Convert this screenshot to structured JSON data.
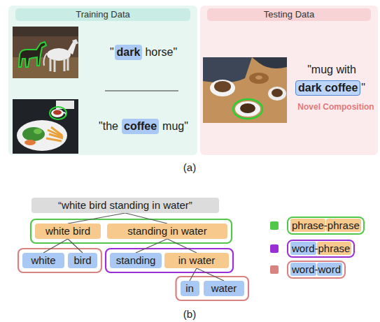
{
  "diagram": {
    "nodes": [
      {
        "text": [
          "Training Data"
        ]
      },
      {
        "text": [
          "dark"
        ],
        "in": 0
      },
      {
        "text": [
          "coffee"
        ],
        "in": 0
      },
      {
        "text": [
          "Testing Data"
        ]
      },
      {
        "text": [
          "dark coffee"
        ],
        "in": 3
      },
      {
        "text": [
          "“white bird standing in water”"
        ]
      },
      {
        "text": [
          "white bird"
        ]
      },
      {
        "text": [
          "standing in water"
        ]
      },
      {
        "text": [
          "white"
        ]
      },
      {
        "text": [
          "bird"
        ]
      },
      {
        "text": [
          "standing"
        ]
      },
      {
        "text": [
          "in water"
        ]
      },
      {
        "text": [
          "in"
        ]
      },
      {
        "text": [
          "water"
        ]
      }
    ],
    "edges": [
      {
        "from": 5,
        "to": 6,
        "arrow": "none"
      },
      {
        "from": 5,
        "to": 7,
        "arrow": "none"
      },
      {
        "from": 6,
        "to": 8,
        "arrow": "none"
      },
      {
        "from": 6,
        "to": 9,
        "arrow": "none"
      },
      {
        "from": 7,
        "to": 10,
        "arrow": "none"
      },
      {
        "from": 7,
        "to": 11,
        "arrow": "none"
      },
      {
        "from": 11,
        "to": 12,
        "arrow": "none"
      },
      {
        "from": 11,
        "to": 13,
        "arrow": "none"
      }
    ],
    "labels": [
      "\"",
      "horse\"",
      "\"the",
      "mug\"",
      "\"mug with",
      "\"",
      "Novel Composition",
      "(a)",
      "(b)"
    ],
    "legend": [
      {
        "text": "phrase-phrase",
        "color": "#52c84a"
      },
      {
        "text": "word-phrase",
        "color": "#9b2fd6"
      },
      {
        "text": "word-word",
        "color": "#d98282"
      }
    ]
  }
}
